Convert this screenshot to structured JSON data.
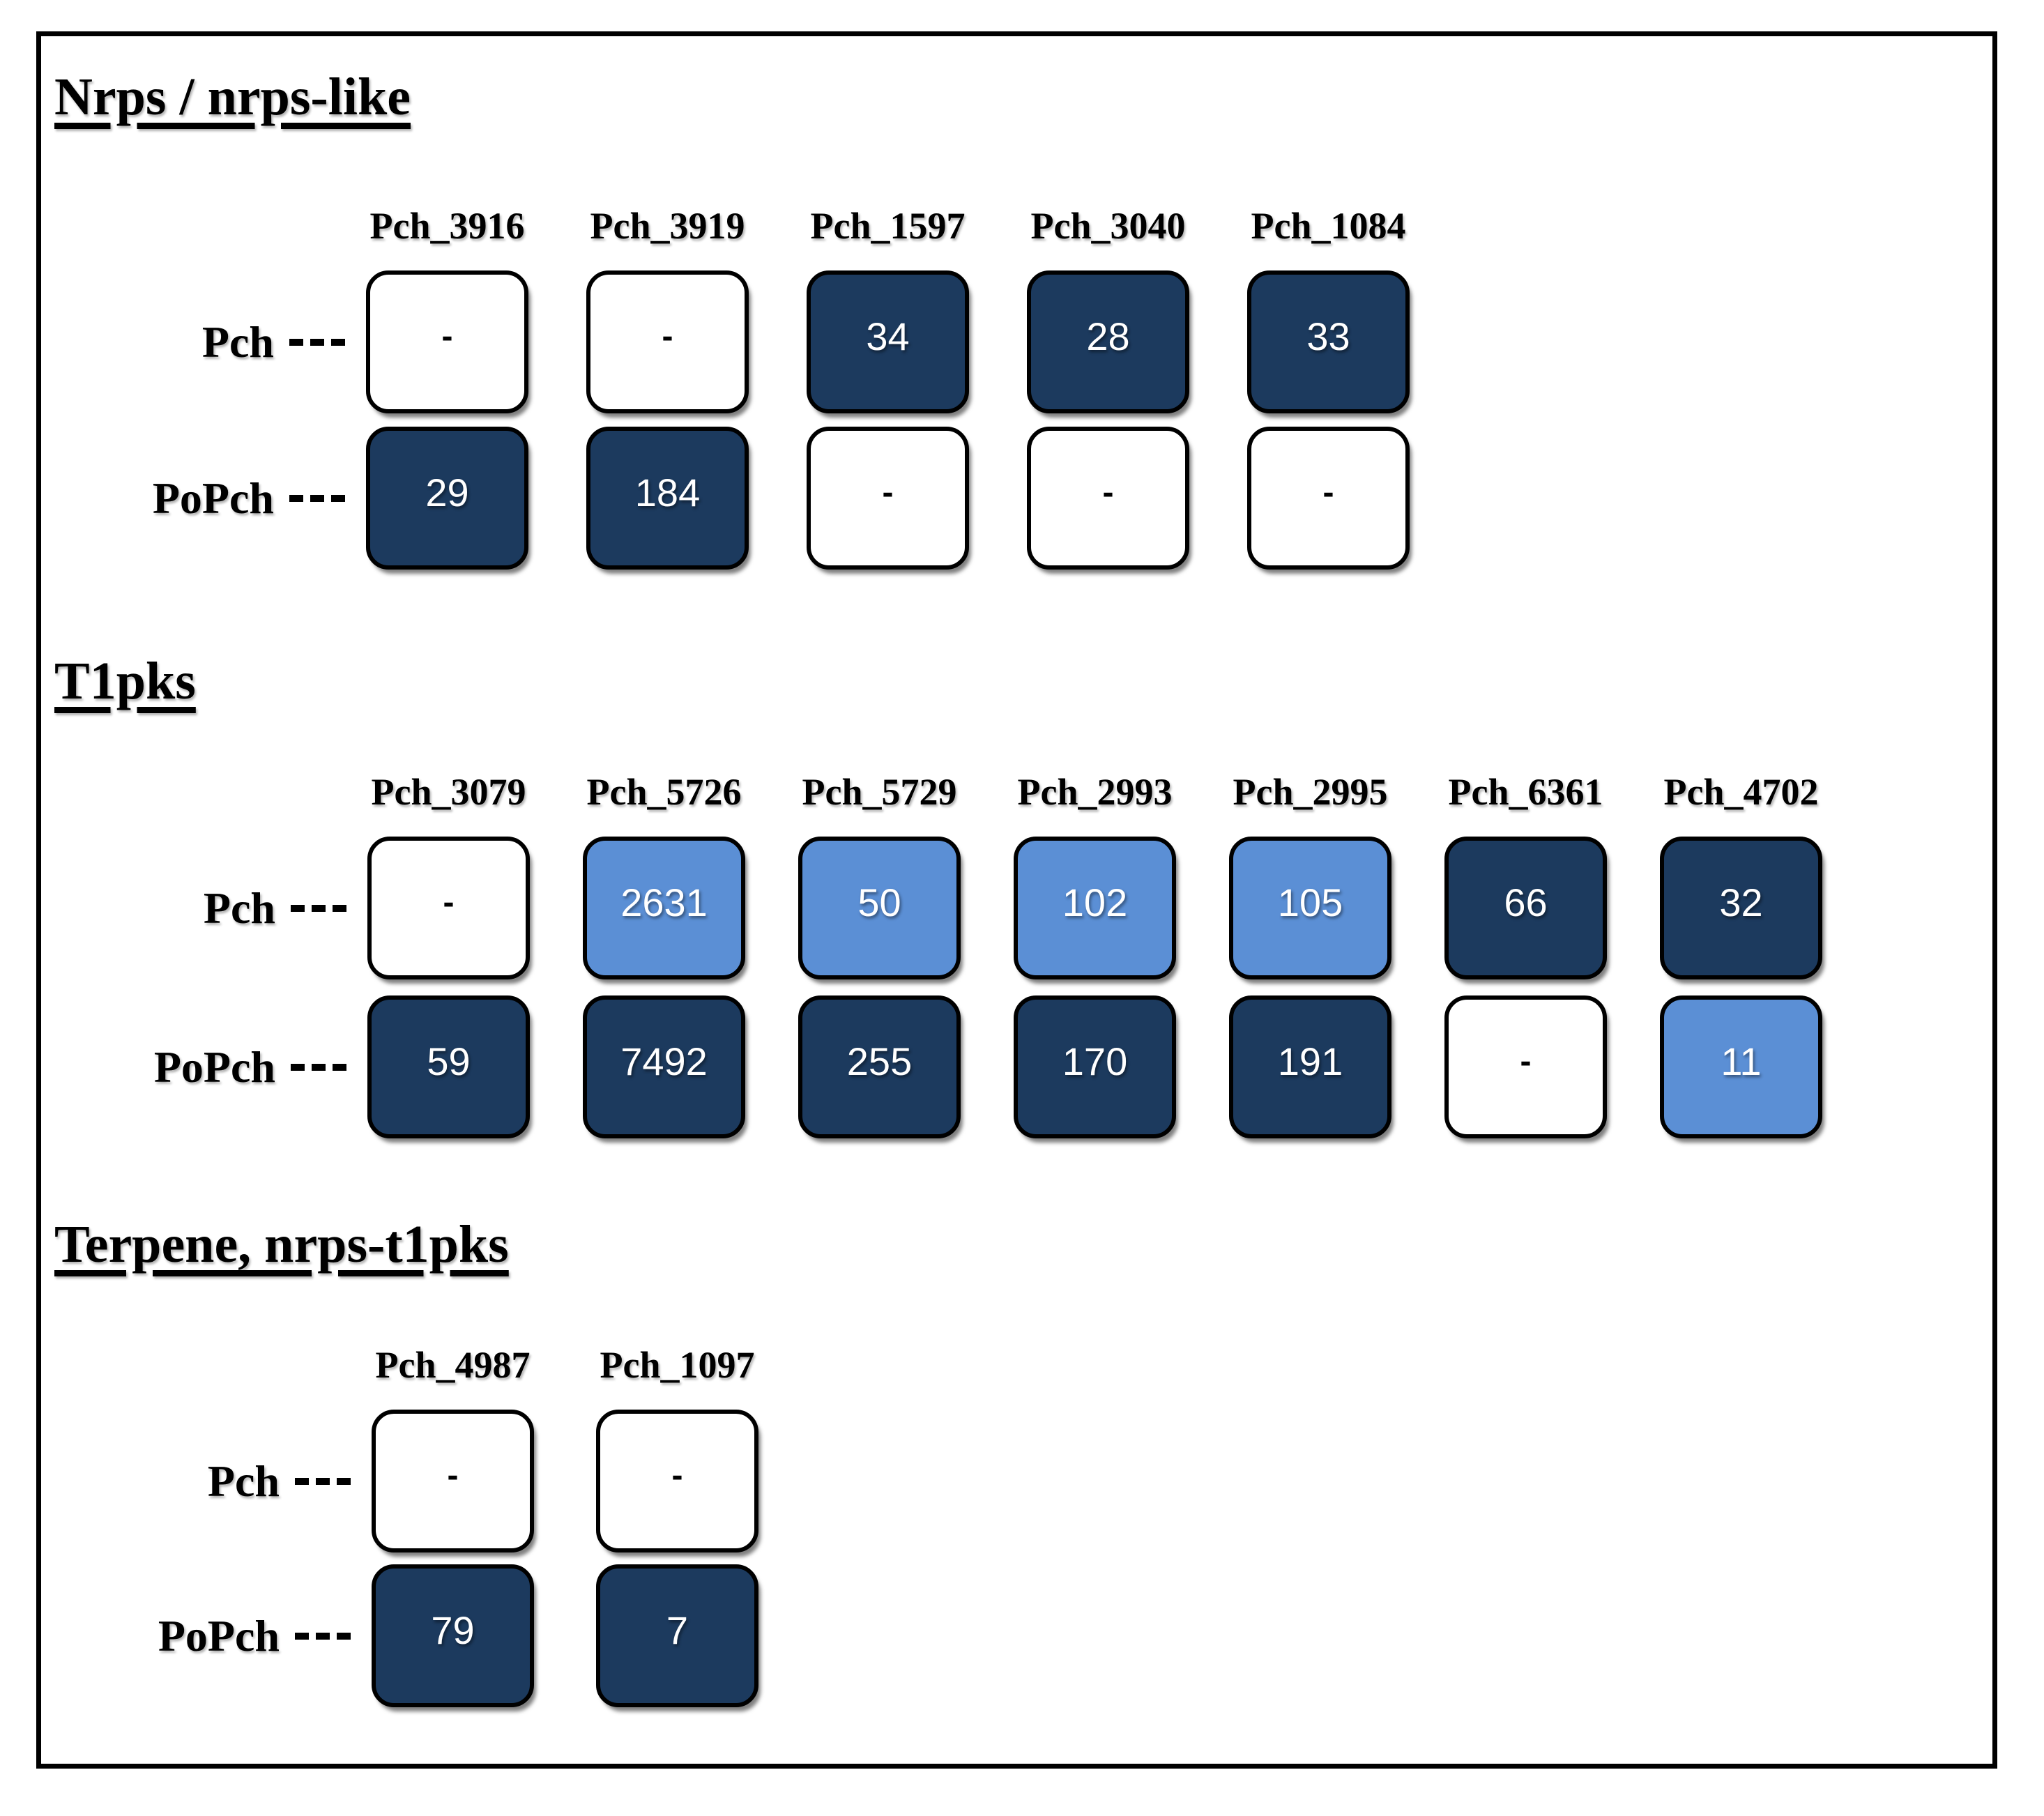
{
  "figure": {
    "empty_symbol": "-",
    "row_labels": [
      "Pch",
      "PoPch"
    ],
    "colors": {
      "dark_navy": "#1C3A5E",
      "light_blue": "#5B8FD5",
      "empty_white": "#FFFFFF",
      "outline_black": "#000000"
    }
  },
  "chart_data": [
    {
      "type": "heatmap",
      "title": "Nrps / nrps-like",
      "categories": [
        "Pch_3916",
        "Pch_3919",
        "Pch_1597",
        "Pch_3040",
        "Pch_1084"
      ],
      "rows": [
        "Pch",
        "PoPch"
      ],
      "series": [
        {
          "name": "Pch",
          "values": [
            null,
            null,
            34,
            28,
            33
          ]
        },
        {
          "name": "PoPch",
          "values": [
            29,
            184,
            null,
            null,
            null
          ]
        }
      ],
      "cell_fills": [
        [
          "white",
          "white",
          "dark",
          "dark",
          "dark"
        ],
        [
          "dark",
          "dark",
          "white",
          "white",
          "white"
        ]
      ]
    },
    {
      "type": "heatmap",
      "title": "T1pks",
      "categories": [
        "Pch_3079",
        "Pch_5726",
        "Pch_5729",
        "Pch_2993",
        "Pch_2995",
        "Pch_6361",
        "Pch_4702"
      ],
      "rows": [
        "Pch",
        "PoPch"
      ],
      "series": [
        {
          "name": "Pch",
          "values": [
            null,
            2631,
            50,
            102,
            105,
            66,
            32
          ]
        },
        {
          "name": "PoPch",
          "values": [
            59,
            7492,
            255,
            170,
            191,
            null,
            11
          ]
        }
      ],
      "cell_fills": [
        [
          "white",
          "light",
          "light",
          "light",
          "light",
          "dark",
          "dark"
        ],
        [
          "dark",
          "dark",
          "dark",
          "dark",
          "dark",
          "white",
          "light"
        ]
      ]
    },
    {
      "type": "heatmap",
      "title": "Terpene, nrps-t1pks",
      "categories": [
        "Pch_4987",
        "Pch_1097"
      ],
      "rows": [
        "Pch",
        "PoPch"
      ],
      "series": [
        {
          "name": "Pch",
          "values": [
            null,
            null
          ]
        },
        {
          "name": "PoPch",
          "values": [
            79,
            7
          ]
        }
      ],
      "cell_fills": [
        [
          "white",
          "white"
        ],
        [
          "dark",
          "dark"
        ]
      ]
    }
  ]
}
